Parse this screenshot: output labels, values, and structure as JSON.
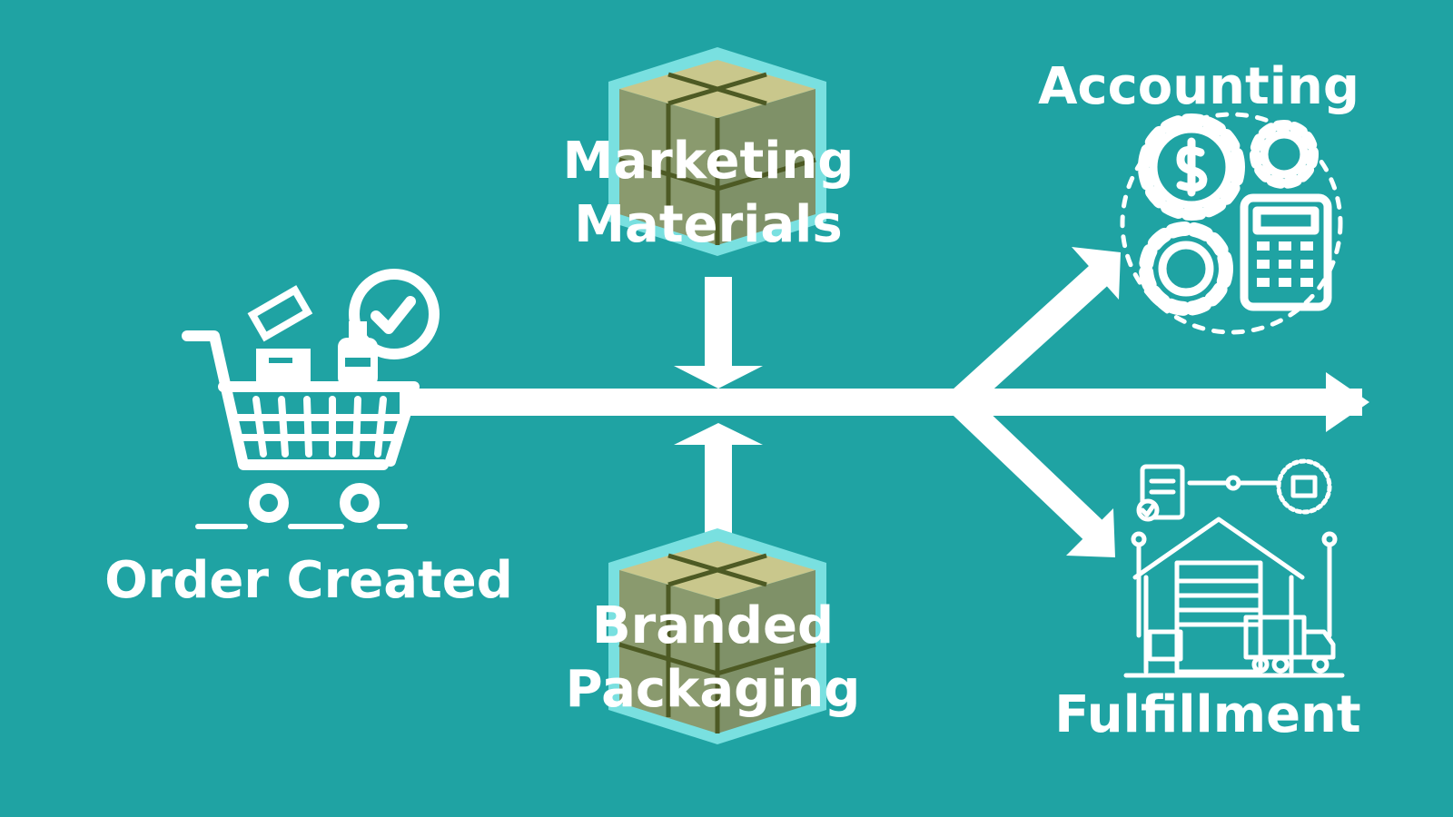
{
  "nodes": {
    "order_created": {
      "label": "Order Created",
      "icon": "shopping-cart-icon"
    },
    "marketing_materials": {
      "label_line1": "Marketing",
      "label_line2": "Materials",
      "icon": "cardboard-box-icon"
    },
    "branded_packaging": {
      "label_line1": "Branded",
      "label_line2": "Packaging",
      "icon": "cardboard-box-icon"
    },
    "accounting": {
      "label": "Accounting",
      "icon": "gears-calculator-icon"
    },
    "fulfillment": {
      "label": "Fulfillment",
      "icon": "warehouse-truck-icon"
    }
  },
  "colors": {
    "background": "#1fa3a3",
    "foreground": "#ffffff",
    "box_face": "#8a9a6e",
    "box_top": "#c9c78c",
    "box_outline": "#79e0e0",
    "box_tape": "#4d5a24"
  }
}
